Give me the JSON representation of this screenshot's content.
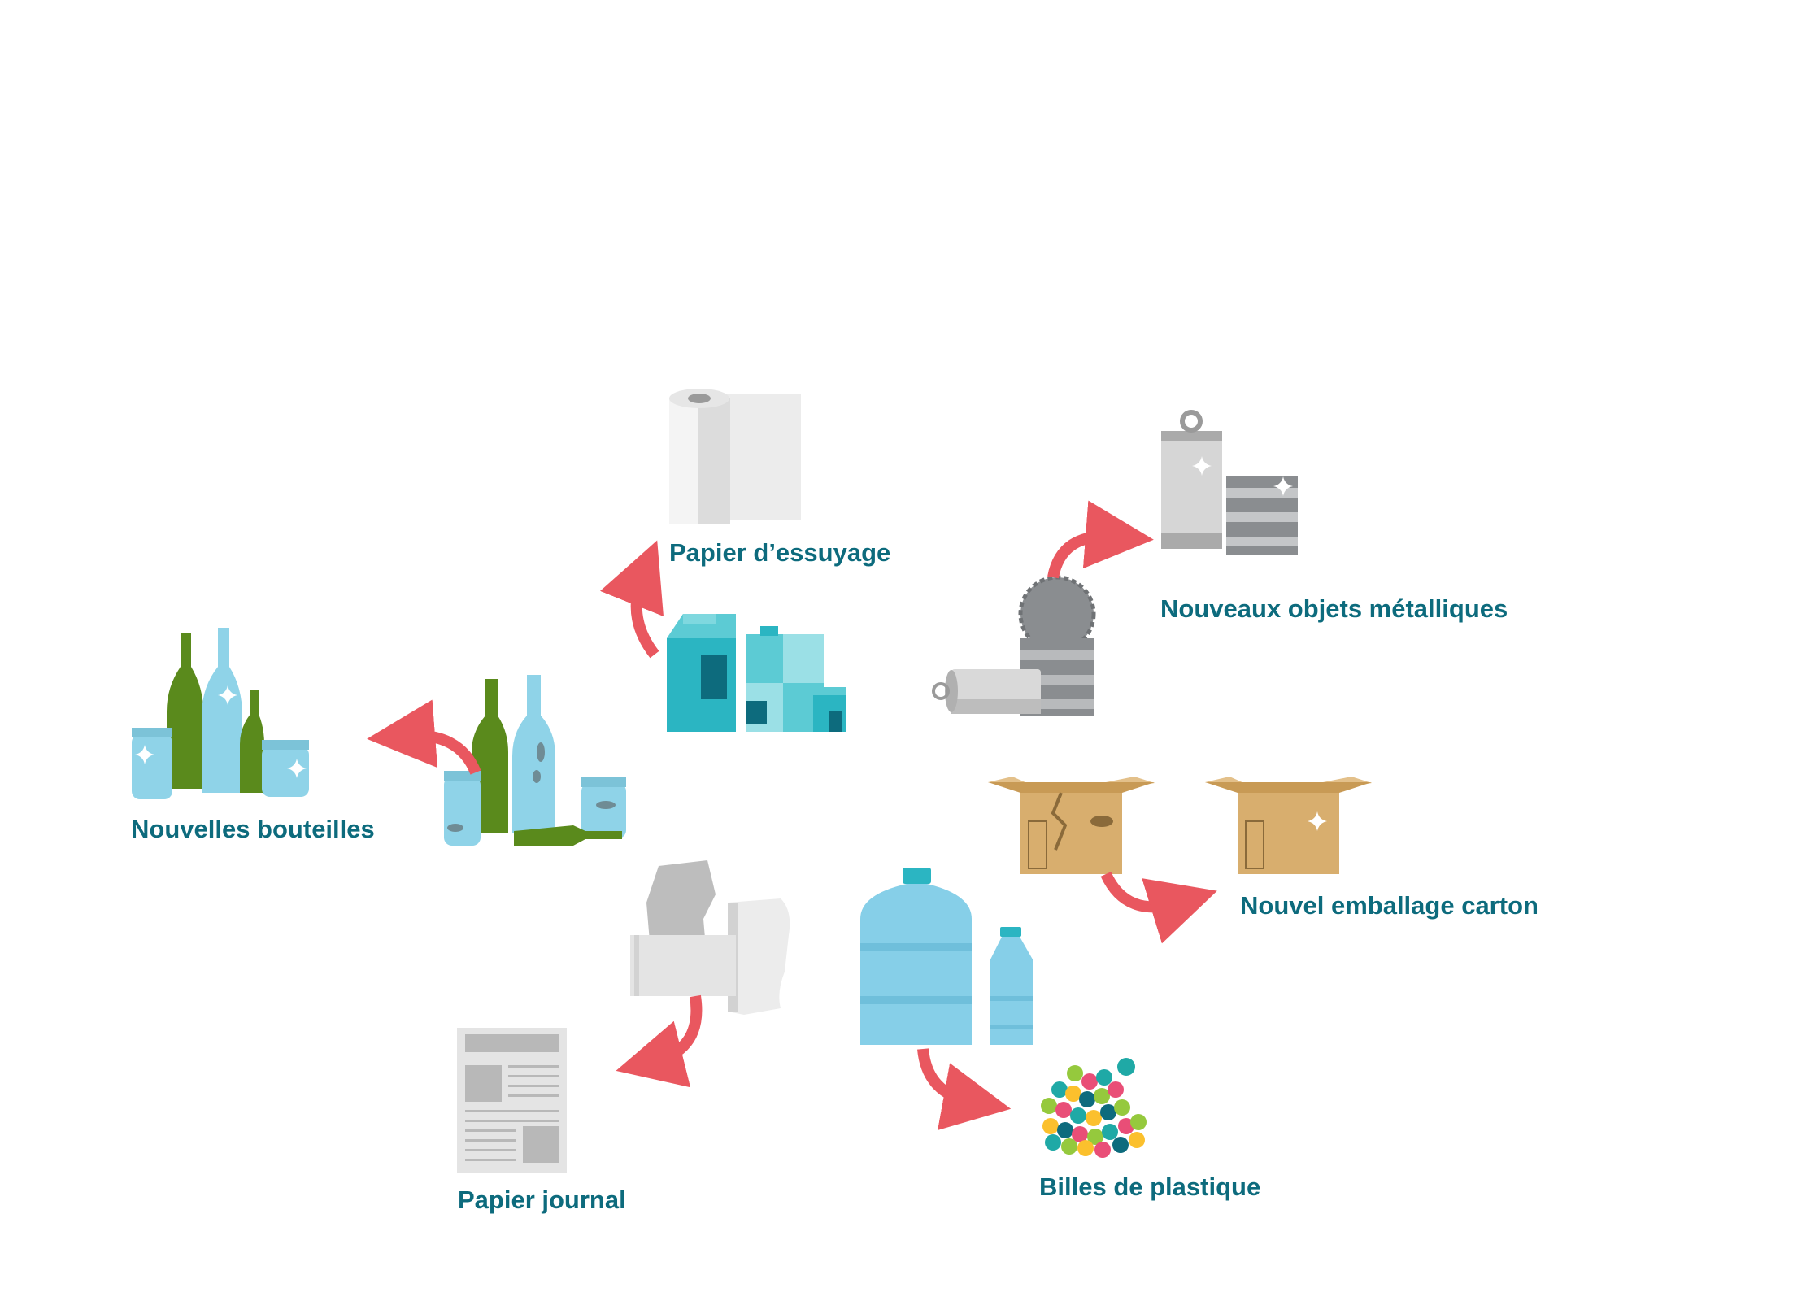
{
  "colors": {
    "label": "#0d6b7d",
    "arrow": "#e9575f",
    "glass_green": "#5a8a1c",
    "glass_blue": "#8fd3e8",
    "carton_teal": "#2bb5c2",
    "metal_gray": "#8a8d90",
    "cardboard": "#d8ae6e",
    "plastic_blue": "#86cfe8"
  },
  "labels": {
    "paper_towel": "Papier d’essuyage",
    "metal": "Nouveaux objets métalliques",
    "bottles": "Nouvelles bouteilles",
    "cardboard": "Nouvel emballage carton",
    "newspaper": "Papier journal",
    "plastic_beads": "Billes de plastique"
  },
  "icons": [
    "paper-towel-roll-icon",
    "milk-carton-icon",
    "metal-cans-icon",
    "new-metal-cans-icon",
    "glass-bottles-icon",
    "new-glass-bottles-icon",
    "cardboard-box-icon",
    "new-cardboard-box-icon",
    "scrap-paper-icon",
    "newspaper-icon",
    "plastic-bottles-icon",
    "plastic-beads-icon",
    "arrow-icon"
  ]
}
